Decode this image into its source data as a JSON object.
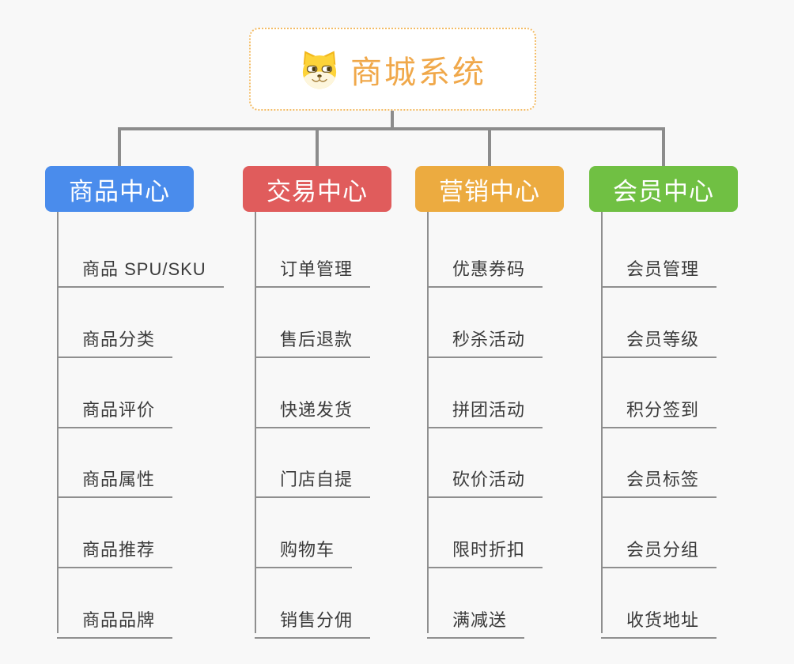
{
  "page": {
    "background_color": "#f8f8f8",
    "connector_color": "#8c8c8c",
    "leaf_line_color": "#8f8f8f",
    "leaf_text_color": "#3a3a3a"
  },
  "root": {
    "label": "商城系统",
    "icon": "dog-face-icon",
    "text_color": "#f0a84a",
    "border_color": "#f3bc66"
  },
  "branches": [
    {
      "name": "product-center",
      "label": "商品中心",
      "color": "#4a8cec",
      "children": [
        "商品 SPU/SKU",
        "商品分类",
        "商品评价",
        "商品属性",
        "商品推荐",
        "商品品牌"
      ]
    },
    {
      "name": "trade-center",
      "label": "交易中心",
      "color": "#e05c5c",
      "children": [
        "订单管理",
        "售后退款",
        "快递发货",
        "门店自提",
        "购物车",
        "销售分佣"
      ]
    },
    {
      "name": "marketing-center",
      "label": "营销中心",
      "color": "#ecab40",
      "children": [
        "优惠券码",
        "秒杀活动",
        "拼团活动",
        "砍价活动",
        "限时折扣",
        "满减送"
      ]
    },
    {
      "name": "member-center",
      "label": "会员中心",
      "color": "#70c043",
      "children": [
        "会员管理",
        "会员等级",
        "积分签到",
        "会员标签",
        "会员分组",
        "收货地址"
      ]
    }
  ]
}
